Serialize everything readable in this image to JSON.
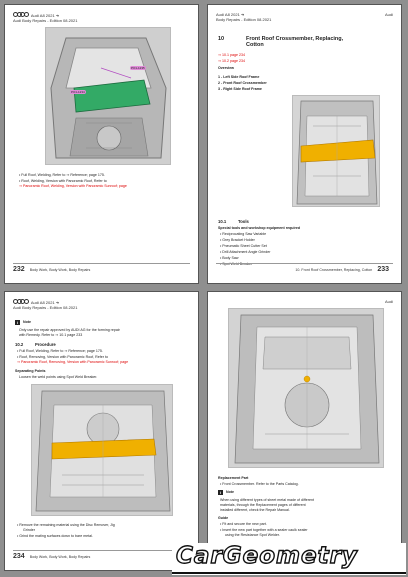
{
  "watermark": {
    "text": "CarGeometry"
  },
  "page1": {
    "header_title": "Audi A8 2021 ➜",
    "header_sub": "Audi   Body Repairs - Edition 08.2021",
    "callout_a": "PO1-1234",
    "callout_b": "PO1-1235",
    "item_1": "Full Roof, Welding, Refer to ⇒ Reference; page 175.",
    "item_2": "Roof, Welding, Version with Panoramic Roof, Refer to",
    "item_2_link": "⇒ Panoramic Roof, Welding, Version with Panoramic Sunroof; page",
    "page_number": "232",
    "footer_text": "Body Work, Body Work, Body Repairs"
  },
  "page2": {
    "header_title": "Audi A8 2021 ➜",
    "header_sub": "Body Repairs - Edition 08.2021",
    "header_right": "Audi",
    "section_num": "10",
    "section_title": "Front Roof Crossmember, Replacing, Cotton",
    "red_1": "⇒ 10.1 page 234",
    "red_2": "⇒ 10.2 page 234",
    "overview": "Overview",
    "part_1": "1 - Left Side Roof Frame",
    "part_2": "2 - Front Roof Crossmember",
    "part_3": "3 - Right Side Roof Frame",
    "subsection_num": "10.1",
    "subsection_title": "Tools",
    "tools_intro": "Special tools and workshop equipment required",
    "tools": [
      "Reciprocating Saw Variable",
      "Grey Bracket Holder",
      "Pneumatic Sheet Cutter Set",
      "Drill Attachment Angle Grinder",
      "Body Saw",
      "Spot Weld Breaker"
    ],
    "page_number": "233",
    "footer_text": "10. Front Roof Crossmember, Replacing, Cotton"
  },
  "page3": {
    "header_title": "Audi A8 2021 ➜",
    "header_sub": "Audi   Body Repairs - Edition 08.2021",
    "note_title": "Note",
    "note_text_1": "Only use the repair approved by AUDI AG for the forming repair",
    "note_text_2": "with Remedy. Refer to ⇒ 10.1 page 233",
    "section_num": "10.2",
    "section_title": "Procedure",
    "proc_1": "Full Roof, Welding, Refer to ⇒ Reference; page 175.",
    "proc_2": "Roof, Removing, Version with Panoramic Roof, Refer to",
    "proc_2_link": "⇒ Panoramic Roof, Removing, Version with Panoramic Sunroof; page",
    "sep_title": "Separating Points",
    "sep_text": "Loosen the weld points using Spot Weld Breaker.",
    "after_1": "Remove the remaining material using the Disc Remover, Jig",
    "after_1b": "Grinder",
    "after_2": "Grind the mating surfaces down to bare metal.",
    "page_number": "234",
    "footer_text": "Body Work, Body Work, Body Repairs"
  },
  "page4": {
    "header_right": "Audi",
    "rep_title": "Replacement Part",
    "rep_text": "Front Crossmember. Refer to the Parts Catalog.",
    "note_title": "Note",
    "note_text_1": "When using different types of sheet metal made of different",
    "note_text_2": "materials, through the Replacement pages of different",
    "note_text_3": "installed different, check the Repair Manual.",
    "guide_title": "Guide",
    "guide_1": "Fit and secure the new part.",
    "guide_2": "Insert the new part together with a sealer caulk sealer",
    "guide_3": "using the Resistance Spot Welder."
  }
}
